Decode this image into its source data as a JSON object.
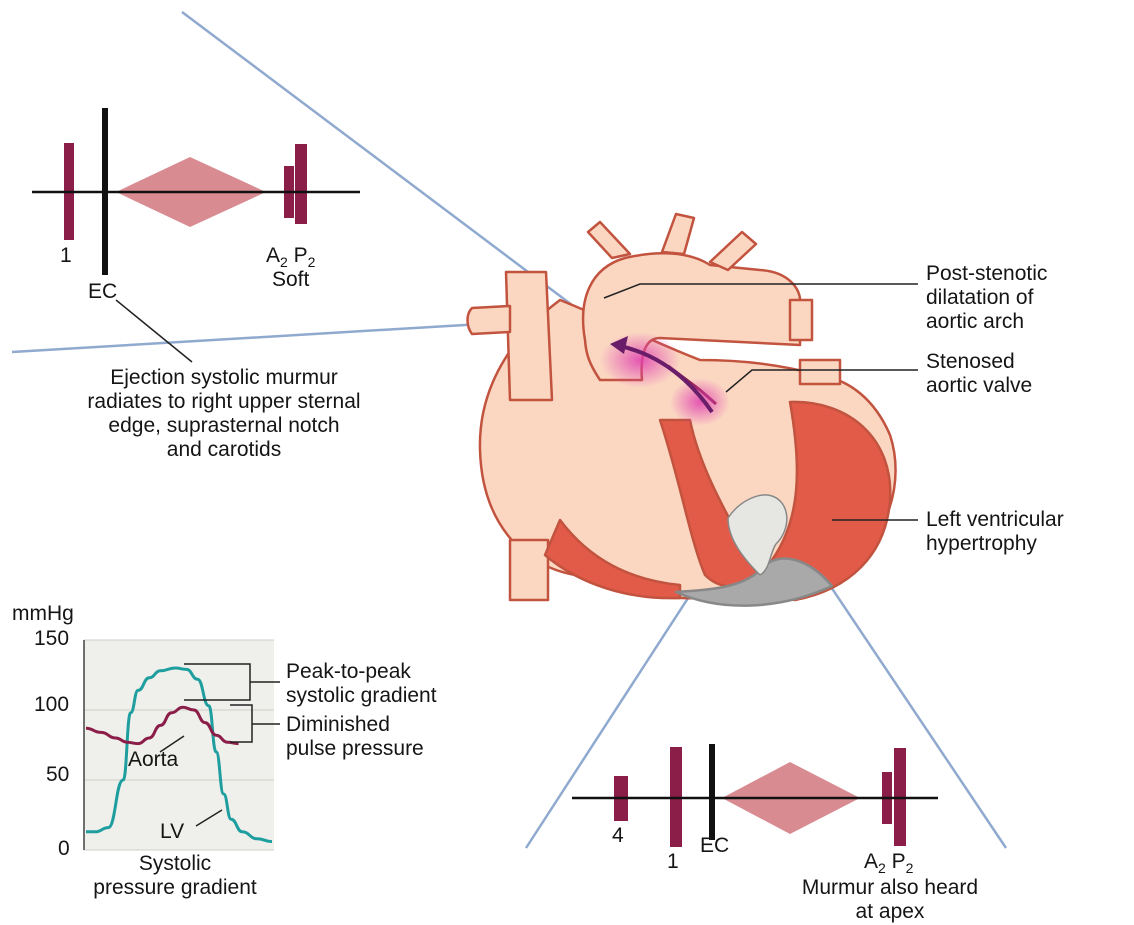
{
  "colors": {
    "maroon": "#8b1e48",
    "diamond": "#d88c92",
    "heart_fill": "#fbd7c2",
    "heart_outline": "#c2533f",
    "muscle": "#e25a48",
    "teal": "#1e9e9e",
    "projection": "#8fa9cf",
    "plot_bg": "#efefeb"
  },
  "icons": [
    "heart-illustration",
    "phonocardiogram-bar",
    "murmur-diamond"
  ],
  "top_phono": {
    "s1": "1",
    "ec": "EC",
    "a2": "A",
    "a2_sub": "2",
    "p2": "P",
    "p2_sub": "2",
    "soft": "Soft"
  },
  "top_caption": [
    "Ejection systolic murmur",
    "radiates to right upper sternal",
    "edge, suprasternal notch",
    "and carotids"
  ],
  "callouts": {
    "post_stenotic": [
      "Post-stenotic",
      "dilatation of",
      "aortic arch"
    ],
    "stenosed": [
      "Stenosed",
      "aortic valve"
    ],
    "lvh": [
      "Left ventricular",
      "hypertrophy"
    ]
  },
  "bottom_phono": {
    "s4": "4",
    "s1": "1",
    "ec": "EC",
    "a2": "A",
    "a2_sub": "2",
    "p2": "P",
    "p2_sub": "2"
  },
  "bottom_caption": [
    "Murmur also heard",
    "at apex"
  ],
  "pressure_chart": {
    "unit": "mmHg",
    "yticks": [
      "150",
      "100",
      "50",
      "0"
    ],
    "peak_label": [
      "Peak-to-peak",
      "systolic gradient"
    ],
    "pulse_label": [
      "Diminished",
      "pulse pressure"
    ],
    "aorta": "Aorta",
    "lv": "LV",
    "caption": [
      "Systolic",
      "pressure gradient"
    ]
  },
  "chart_data": {
    "type": "line",
    "ylabel": "mmHg",
    "ylim": [
      0,
      150
    ],
    "yticks": [
      0,
      50,
      100,
      150
    ],
    "grid": true,
    "series": [
      {
        "name": "LV",
        "x": [
          0,
          0.05,
          0.12,
          0.2,
          0.24,
          0.28,
          0.34,
          0.4,
          0.48,
          0.54,
          0.6,
          0.66,
          0.7,
          0.74,
          0.78,
          0.84,
          0.92,
          1.0
        ],
        "y": [
          13,
          13,
          16,
          50,
          98,
          114,
          123,
          128,
          130,
          129,
          122,
          103,
          70,
          40,
          22,
          13,
          8,
          6
        ]
      },
      {
        "name": "Aorta",
        "x": [
          0,
          0.08,
          0.16,
          0.22,
          0.28,
          0.34,
          0.4,
          0.46,
          0.52,
          0.58,
          0.64,
          0.7,
          0.76,
          0.82
        ],
        "y": [
          87,
          84,
          80,
          77,
          76,
          80,
          89,
          98,
          102,
          100,
          91,
          82,
          77,
          76
        ]
      }
    ]
  }
}
